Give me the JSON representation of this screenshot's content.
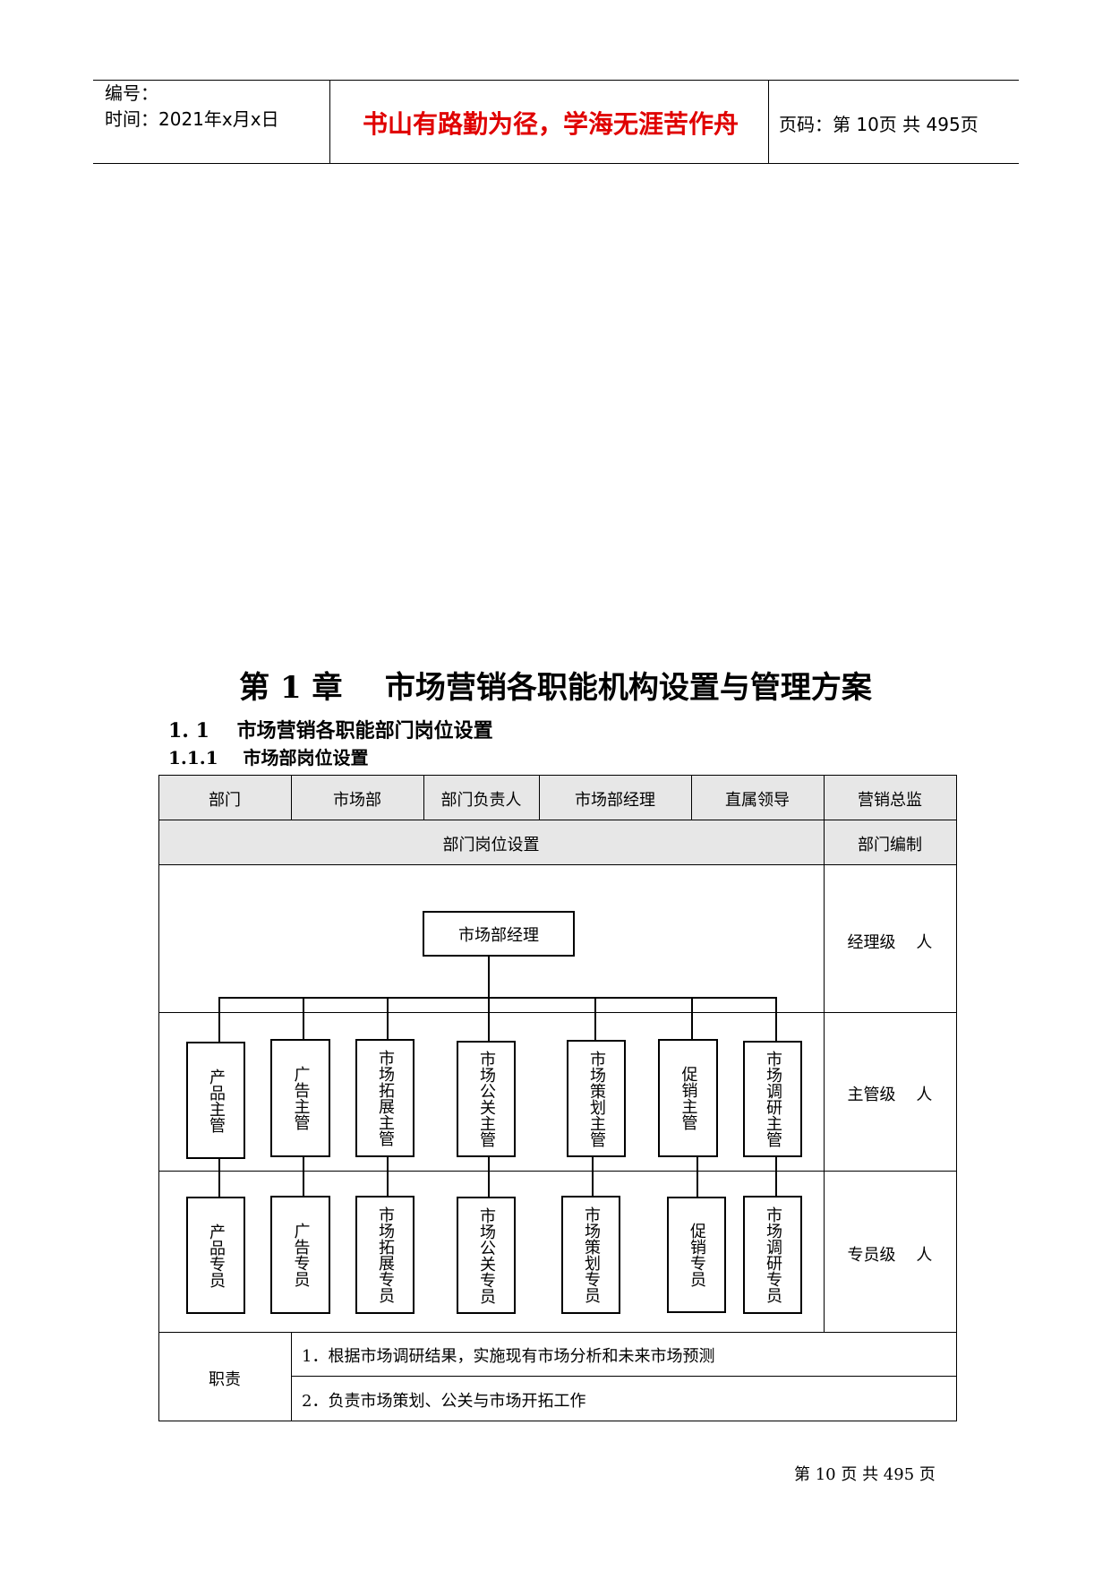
{
  "header": {
    "number_label": "编号：",
    "time_label": "时间：2021年x月x日",
    "motto": "书山有路勤为径，学海无涯苦作舟",
    "page_label": "页码：第 10页  共 495页"
  },
  "chapter_title": "第 1 章    市场营销各职能机构设置与管理方案",
  "section_title": "1. 1    市场营销各职能部门岗位设置",
  "subsection_title": "1.1.1    市场部岗位设置",
  "table": {
    "row1": [
      "部门",
      "市场部",
      "部门负责人",
      "市场部经理",
      "直属领导",
      "营销总监"
    ],
    "row2": {
      "setting": "部门岗位设置",
      "quota": "部门编制"
    },
    "levels": {
      "manager": "经理级    人",
      "supervisor": "主管级    人",
      "specialist": "专员级    人"
    },
    "duties_label": "职责",
    "duties": [
      "1．根据市场调研结果，实施现有市场分析和未来市场预测",
      "2．负责市场策划、公关与市场开拓工作"
    ]
  },
  "org_chart": {
    "top": "市场部经理",
    "supervisors": [
      "产品主管",
      "广告主管",
      "市场拓展主管",
      "市场公关主管",
      "市场策划主管",
      "促销主管",
      "市场调研主管"
    ],
    "specialists": [
      "产品专员",
      "广告专员",
      "市场拓展专员",
      "市场公关专员",
      "市场策划专员",
      "促销专员",
      "市场调研专员"
    ]
  },
  "footer": {
    "page": "第 10 页 共 495 页"
  }
}
